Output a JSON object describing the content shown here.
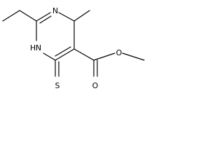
{
  "molecule": {
    "atoms": {
      "n_top": "N",
      "n_left": "N",
      "h_on_n_left": "H",
      "o_ester": "O",
      "o_carbonyl": "O",
      "s_thione": "S"
    }
  },
  "colors": {
    "bond": "#000000",
    "label": "#000000",
    "background": "#ffffff"
  }
}
